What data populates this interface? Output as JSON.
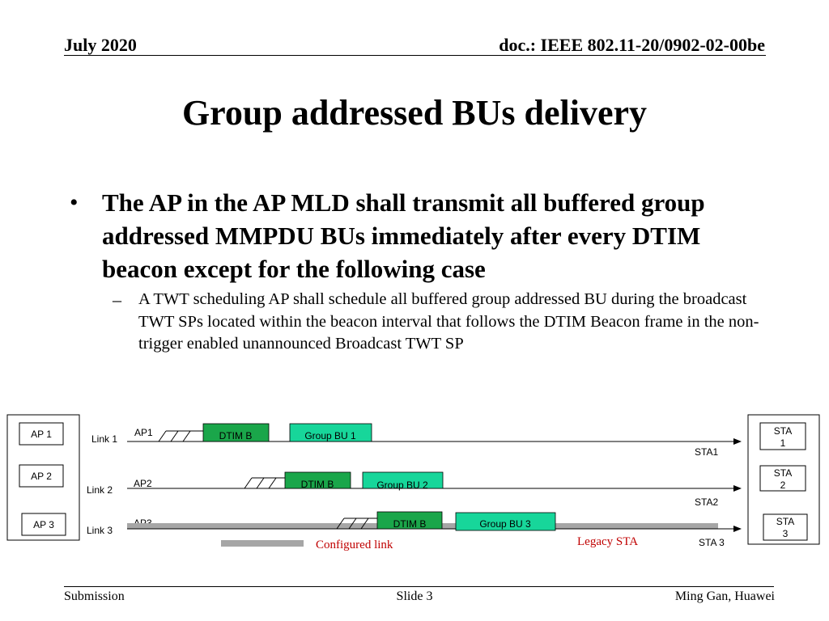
{
  "header": {
    "date": "July 2020",
    "doc_id": "doc.: IEEE 802.11-20/0902-02-00be"
  },
  "title": "Group addressed BUs delivery",
  "bullets": [
    {
      "marker": "•",
      "text": "The AP in the AP MLD shall transmit all buffered group addressed MMPDU BUs immediately after every DTIM beacon except for the following case",
      "sub": {
        "marker": "–",
        "text": "A TWT scheduling AP shall schedule all buffered group addressed BU during the broadcast TWT SPs located within the beacon interval that follows the DTIM Beacon frame in the non-trigger enabled unannounced Broadcast TWT SP"
      }
    }
  ],
  "diagram": {
    "aps": [
      "AP 1",
      "AP 2",
      "AP 3"
    ],
    "stas": [
      [
        "STA",
        "1"
      ],
      [
        "STA",
        "2"
      ],
      [
        "STA",
        "3"
      ]
    ],
    "links": [
      {
        "name": "Link 1",
        "ap_label": "AP1",
        "dtim": "DTIM B",
        "group_bu": "Group BU 1",
        "sta_label": "STA1"
      },
      {
        "name": "Link 2",
        "ap_label": "AP2",
        "dtim": "DTIM B",
        "group_bu": "Group BU 2",
        "sta_label": "STA2"
      },
      {
        "name": "Link 3",
        "ap_label": "AP3",
        "dtim": "DTIM B",
        "group_bu": "Group BU 3",
        "sta_label": "STA 3"
      }
    ],
    "legend": {
      "configured_link": "Configured link",
      "legacy_sta": "Legacy STA"
    },
    "colors": {
      "dtim_fill": "#1aa64a",
      "group_bu_fill": "#17d69a",
      "configured_link": "#a6a6a6",
      "legend_text": "#c00000"
    }
  },
  "footer": {
    "left": "Submission",
    "center": "Slide 3",
    "right": "Ming Gan, Huawei"
  }
}
